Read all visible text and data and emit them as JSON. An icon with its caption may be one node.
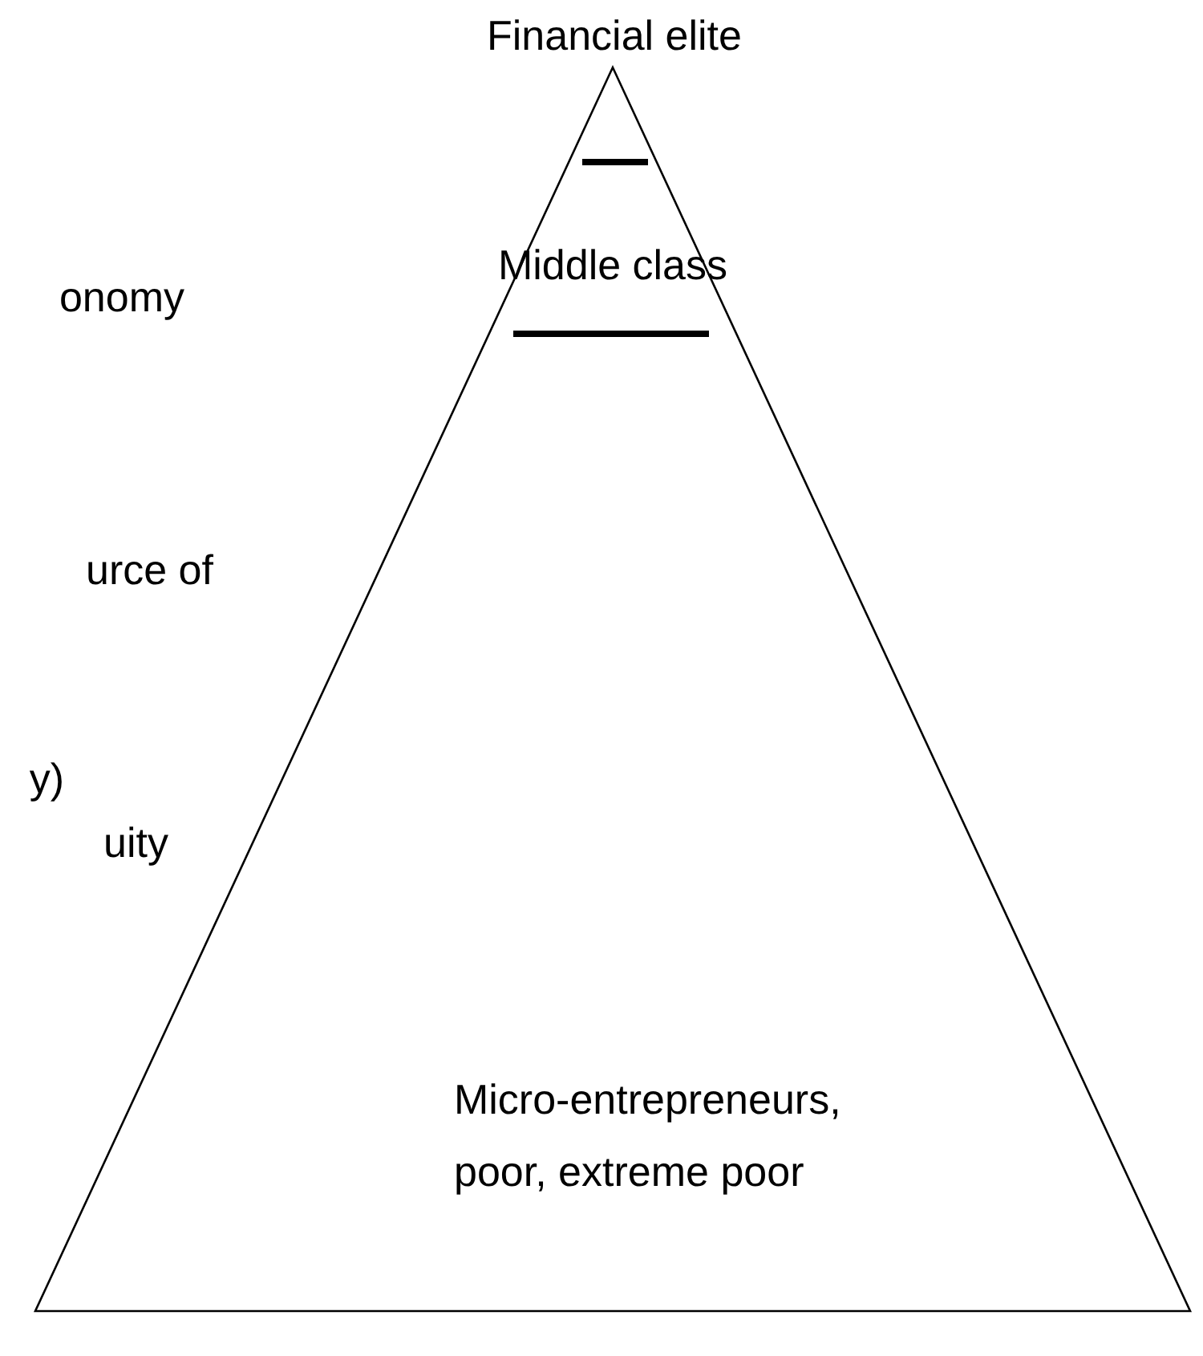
{
  "diagram": {
    "nodes": [
      {
        "text": [
          "Financial elite",
          "Middle class",
          "Micro-entrepreneurs, poor, extreme poor"
        ]
      }
    ],
    "labels": [
      "onomy",
      "urce of",
      "y)",
      "uity"
    ]
  }
}
